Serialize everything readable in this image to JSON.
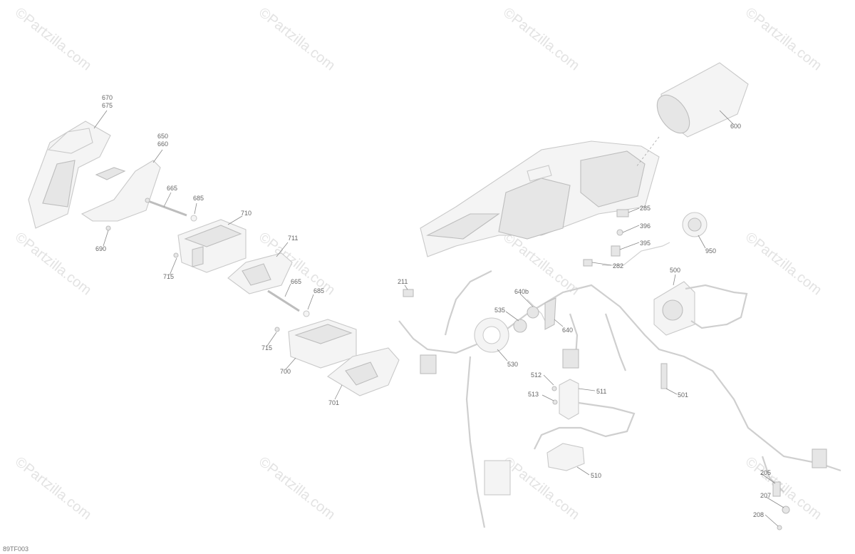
{
  "diagram_code": "89TF003",
  "watermark_text": "©Partzilla.com",
  "callouts": {
    "c670": "670",
    "c675": "675",
    "c650": "650",
    "c660": "660",
    "c665a": "665",
    "c685a": "685",
    "c710": "710",
    "c711": "711",
    "c690": "690",
    "c715a": "715",
    "c665b": "665",
    "c685b": "685",
    "c715b": "715",
    "c700": "700",
    "c701": "701",
    "c211": "211",
    "c600": "600",
    "c285": "285",
    "c396": "396",
    "c395": "395",
    "c950": "950",
    "c282": "282",
    "c500": "500",
    "c640b": "640b",
    "c535": "535",
    "c640": "640",
    "c530": "530",
    "c512": "512",
    "c511": "511",
    "c513": "513",
    "c501": "501",
    "c510": "510",
    "c205": "205",
    "c207": "207",
    "c208": "208"
  }
}
